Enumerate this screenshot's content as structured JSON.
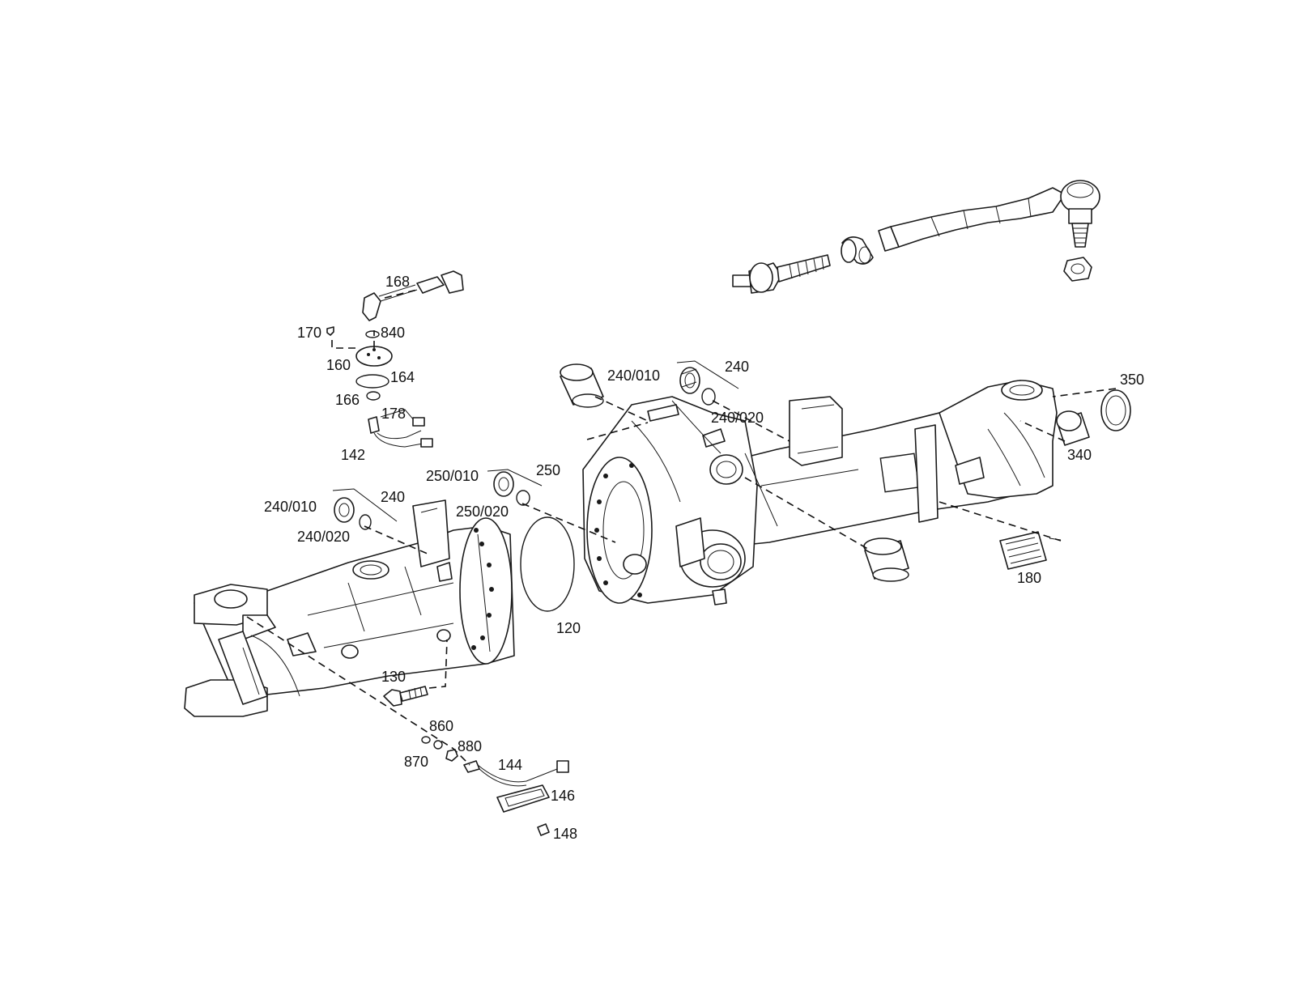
{
  "labels": {
    "l168": "168",
    "l170": "170",
    "l840": "840",
    "l160": "160",
    "l164": "164",
    "l166": "166",
    "l178": "178",
    "l142": "142",
    "l240_010_top": "240/010",
    "l240_top": "240",
    "l240_020_top": "240/020",
    "l350": "350",
    "l340": "340",
    "l250_010": "250/010",
    "l250": "250",
    "l250_020": "250/020",
    "l240_010_left": "240/010",
    "l240_left": "240",
    "l240_020_left": "240/020",
    "l120": "120",
    "l180": "180",
    "l130": "130",
    "l860": "860",
    "l870": "870",
    "l880": "880",
    "l144": "144",
    "l146": "146",
    "l148": "148"
  }
}
